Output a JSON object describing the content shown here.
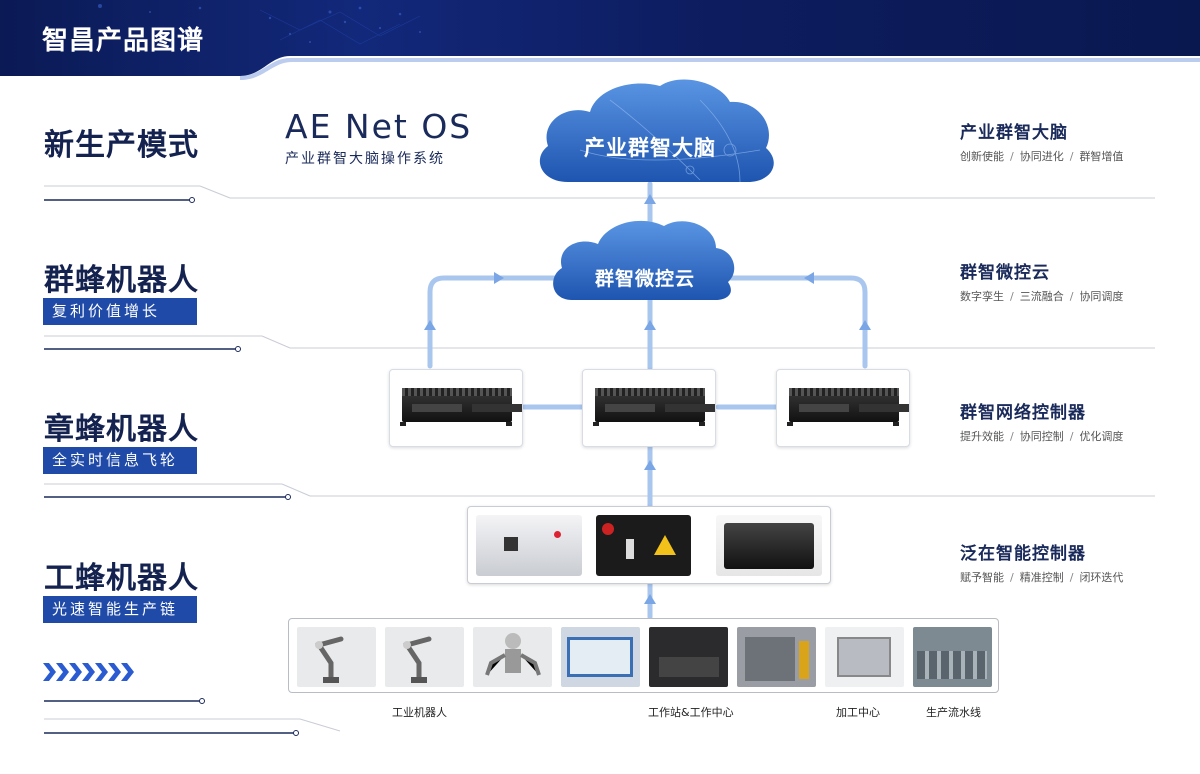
{
  "header": {
    "title": "智昌产品图谱"
  },
  "left_sections": [
    {
      "title": "新生产模式",
      "tag": ""
    },
    {
      "title": "群蜂机器人",
      "tag": "复利价值增长"
    },
    {
      "title": "章蜂机器人",
      "tag": "全实时信息飞轮"
    },
    {
      "title": "工蜂机器人",
      "tag": "光速智能生产链"
    }
  ],
  "os": {
    "name": "AE Net OS",
    "subtitle": "产业群智大脑操作系统"
  },
  "diagram": {
    "top_cloud": "产业群智大脑",
    "mid_cloud": "群智微控云",
    "equipment_labels": [
      "工业机器人",
      "工作站&工作中心",
      "加工中心",
      "生产流水线"
    ]
  },
  "right_sections": [
    {
      "title": "产业群智大脑",
      "items": [
        "创新使能",
        "协同进化",
        "群智增值"
      ]
    },
    {
      "title": "群智微控云",
      "items": [
        "数字孪生",
        "三流融合",
        "协同调度"
      ]
    },
    {
      "title": "群智网络控制器",
      "items": [
        "提升效能",
        "协同控制",
        "优化调度"
      ]
    },
    {
      "title": "泛在智能控制器",
      "items": [
        "赋予智能",
        "精准控制",
        "闭环迭代"
      ]
    }
  ],
  "colors": {
    "navy": "#0d1c5a",
    "accent": "#1f4aa8",
    "arrow": "#a9c6ee",
    "cloud": "#2f6cc4"
  },
  "icons": [
    "chevron-right-icon"
  ]
}
